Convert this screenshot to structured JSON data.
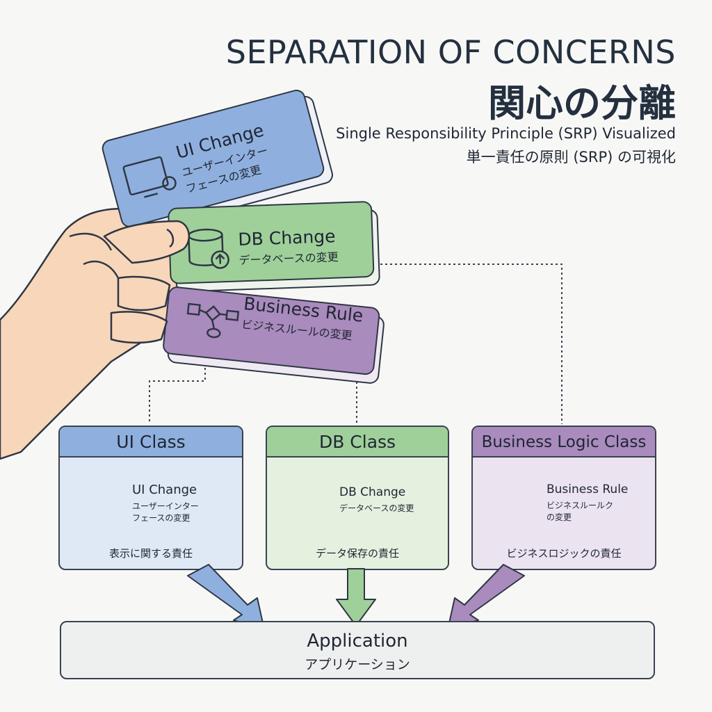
{
  "title": {
    "en": "SEPARATION OF CONCERNS",
    "ja": "関心の分離"
  },
  "subtitle": {
    "en": "Single Responsibility Principle (SRP) Visualized",
    "ja": "単一責任の原則 (SRP) の可視化"
  },
  "hand_cards": {
    "ui": {
      "title": "UI Change",
      "line1": "ユーザーインター",
      "line2": "フェースの変更"
    },
    "db": {
      "title": "DB Change",
      "line1": "データベースの変更"
    },
    "biz": {
      "title": "Business Rule",
      "line1": "ビジネスルールの変更"
    }
  },
  "classes": {
    "ui": {
      "header": "UI Class",
      "card_title": "UI Change",
      "card_line1": "ユーザーインター",
      "card_line2": "フェースの変更",
      "footer": "表示に関する責任"
    },
    "db": {
      "header": "DB Class",
      "card_title": "DB Change",
      "card_line1": "データベースの変更",
      "footer": "データ保存の責任"
    },
    "biz": {
      "header": "Business Logic Class",
      "card_title": "Business Rule",
      "card_line1": "ビジネスルールク",
      "card_line2": "の変更",
      "footer": "ビジネスロジックの責任"
    }
  },
  "application": {
    "en": "Application",
    "ja": "アプリケーション"
  },
  "colors": {
    "blue": "#8fb0de",
    "blue_light": "#dfe8f5",
    "green": "#9fd09a",
    "green_light": "#e4f1df",
    "purple": "#a98bbd",
    "purple_light": "#ece3f1",
    "skin": "#f7d6ba",
    "outline": "#2f3644"
  }
}
